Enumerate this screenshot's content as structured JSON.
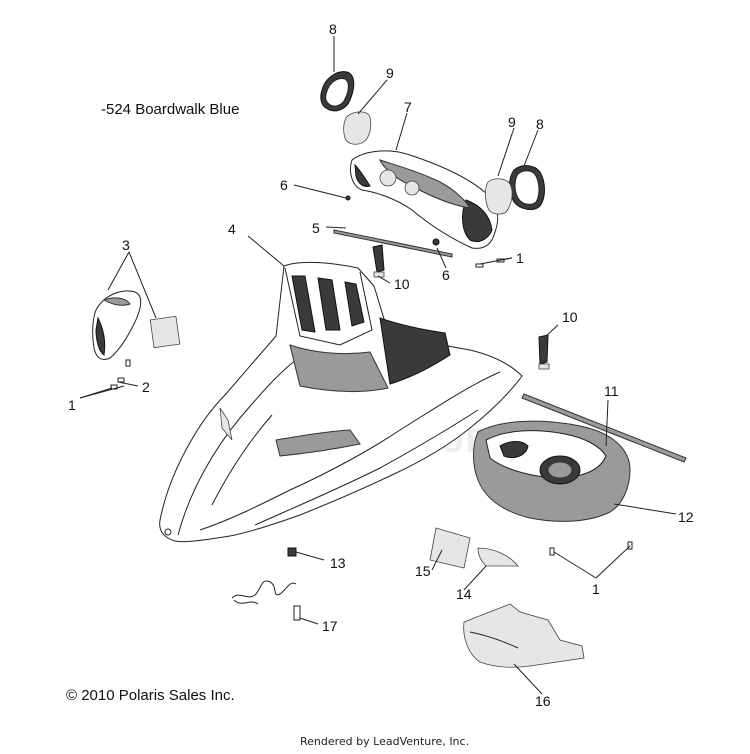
{
  "color_label": "-524  Boardwalk Blue",
  "copyright": "© 2010 Polaris Sales Inc.",
  "rendered_by": "Rendered by LeadVenture, Inc.",
  "watermark": "LEADVENTURE",
  "callouts": {
    "c8a": "8",
    "c9a": "9",
    "c7": "7",
    "c9b": "9",
    "c8b": "8",
    "c6a": "6",
    "c5": "5",
    "c6b": "6",
    "c1a": "1",
    "c10a": "10",
    "c4": "4",
    "c3": "3",
    "c2": "2",
    "c1b": "1",
    "c10b": "10",
    "c11": "11",
    "c12": "12",
    "c13": "13",
    "c15": "15",
    "c14": "14",
    "c1c": "1",
    "c17": "17",
    "c16": "16"
  }
}
